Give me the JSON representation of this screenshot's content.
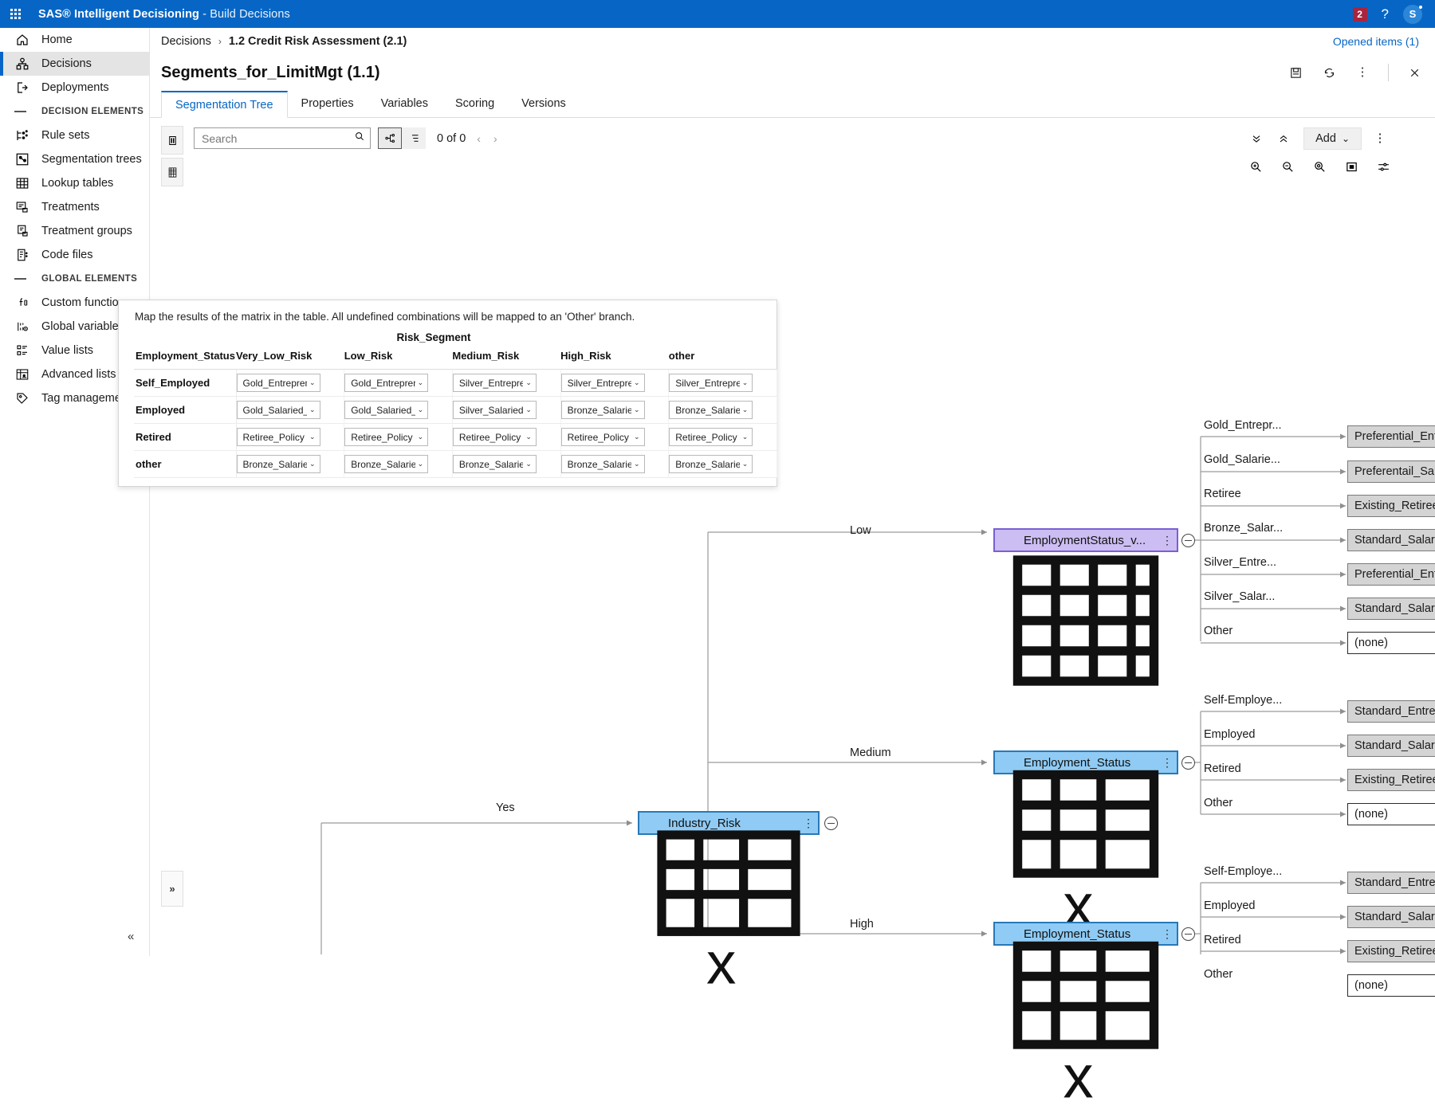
{
  "topbar": {
    "app_name": "SAS® Intelligent Decisioning",
    "app_section": "Build Decisions",
    "notification_count": "2",
    "help_label": "?",
    "avatar_initial": "S",
    "waffle_icon": "apps-grid-icon"
  },
  "sidebar": {
    "items": [
      {
        "label": "Home",
        "icon": "home-icon",
        "type": "item",
        "active": false
      },
      {
        "label": "Decisions",
        "icon": "decisions-icon",
        "type": "item",
        "active": true
      },
      {
        "label": "Deployments",
        "icon": "deployments-icon",
        "type": "item",
        "active": false
      },
      {
        "label": "DECISION ELEMENTS",
        "icon": "section-divider-icon",
        "type": "group"
      },
      {
        "label": "Rule sets",
        "icon": "rule-sets-icon",
        "type": "item",
        "active": false
      },
      {
        "label": "Segmentation trees",
        "icon": "segmentation-trees-icon",
        "type": "item",
        "active": false
      },
      {
        "label": "Lookup tables",
        "icon": "lookup-tables-icon",
        "type": "item",
        "active": false
      },
      {
        "label": "Treatments",
        "icon": "treatments-icon",
        "type": "item",
        "active": false
      },
      {
        "label": "Treatment groups",
        "icon": "treatment-groups-icon",
        "type": "item",
        "active": false
      },
      {
        "label": "Code files",
        "icon": "code-files-icon",
        "type": "item",
        "active": false
      },
      {
        "label": "GLOBAL ELEMENTS",
        "icon": "section-divider-icon",
        "type": "group"
      },
      {
        "label": "Custom functions",
        "icon": "custom-functions-icon",
        "type": "item",
        "active": false
      },
      {
        "label": "Global variables",
        "icon": "global-variables-icon",
        "type": "item",
        "active": false
      },
      {
        "label": "Value lists",
        "icon": "value-lists-icon",
        "type": "item",
        "active": false
      },
      {
        "label": "Advanced lists",
        "icon": "advanced-lists-icon",
        "type": "item",
        "active": false
      },
      {
        "label": "Tag management",
        "icon": "tag-management-icon",
        "type": "item",
        "active": false
      }
    ],
    "collapse_label": "«"
  },
  "breadcrumb": {
    "root": "Decisions",
    "separator": "›",
    "current": "1.2 Credit Risk Assessment (2.1)",
    "opened_items": "Opened items (1)"
  },
  "object": {
    "title": "Segments_for_LimitMgt (1.1)",
    "actions": [
      "save-icon",
      "refresh-icon",
      "more-icon",
      "close-icon"
    ]
  },
  "tabs": [
    {
      "label": "Segmentation Tree",
      "active": true
    },
    {
      "label": "Properties",
      "active": false
    },
    {
      "label": "Variables",
      "active": false
    },
    {
      "label": "Scoring",
      "active": false
    },
    {
      "label": "Versions",
      "active": false
    }
  ],
  "toolbar": {
    "search_placeholder": "Search",
    "search_value": "",
    "search_icon": "search-icon",
    "view_tree_icon": "tree-view-icon",
    "view_list_icon": "list-view-icon",
    "match_count": "0 of 0",
    "prev_label": "‹",
    "next_label": "›",
    "expand_all_icon": "expand-all-icon",
    "collapse_all_icon": "collapse-all-icon",
    "add_label": "Add",
    "add_caret": "⌄",
    "more_icon": "more-vertical-icon",
    "zoom_in_icon": "zoom-in-icon",
    "zoom_out_icon": "zoom-out-icon",
    "zoom_fit_icon": "zoom-fit-icon",
    "fit_page_icon": "fit-page-icon",
    "layout_icon": "layout-icon",
    "rail_split_icon": "split-pane-icon",
    "rail_grid_icon": "grid-panel-icon",
    "rail_expand_label": "»"
  },
  "matrix": {
    "hint": "Map the results of the matrix in the table. All undefined combinations will be mapped to an 'Other' branch.",
    "group_header": "Risk_Segment",
    "row_header": "Employment_Status",
    "columns": [
      "Very_Low_Risk",
      "Low_Risk",
      "Medium_Risk",
      "High_Risk",
      "other"
    ],
    "rows": [
      {
        "label": "Self_Employed",
        "values": [
          "Gold_Entrepren...",
          "Gold_Entrepren...",
          "Silver_Entrepre...",
          "Silver_Entrepre...",
          "Silver_Entrepre..."
        ]
      },
      {
        "label": "Employed",
        "values": [
          "Gold_Salaried_...",
          "Gold_Salaried_...",
          "Silver_Salaried_...",
          "Bronze_Salaried...",
          "Bronze_Salaried..."
        ]
      },
      {
        "label": "Retired",
        "values": [
          "Retiree_Policy",
          "Retiree_Policy",
          "Retiree_Policy",
          "Retiree_Policy",
          "Retiree_Policy"
        ]
      },
      {
        "label": "other",
        "values": [
          "Bronze_Salaried...",
          "Bronze_Salaried...",
          "Bronze_Salaried...",
          "Bronze_Salaried...",
          "Bronze_Salaried..."
        ]
      }
    ]
  },
  "tree": {
    "root_edge_label": "Yes",
    "nodes": [
      {
        "id": "industry_risk",
        "label": "Industry_Risk",
        "style": "blue",
        "icon": "variable-matrix-icon",
        "kebab": "⋮"
      },
      {
        "id": "emp_status_low",
        "label": "EmploymentStatus_v...",
        "style": "purple",
        "icon": "lookup-matrix-icon",
        "kebab": "⋮"
      },
      {
        "id": "emp_status_medium",
        "label": "Employment_Status",
        "style": "blue",
        "icon": "variable-matrix-icon",
        "kebab": "⋮"
      },
      {
        "id": "emp_status_high",
        "label": "Employment_Status",
        "style": "blue",
        "icon": "variable-matrix-icon",
        "kebab": "⋮"
      }
    ],
    "branch_labels": {
      "low": "Low",
      "medium": "Medium",
      "high": "High"
    },
    "groups": [
      {
        "id": "low-branch-leaves",
        "leaves": [
          {
            "edge": "Gold_Entrepr...",
            "value": "Preferential_Entrepr...",
            "empty": false
          },
          {
            "edge": "Gold_Salarie...",
            "value": "Preferentail_Salarie...",
            "empty": false
          },
          {
            "edge": "Retiree",
            "value": "Existing_Retiree_Pol...",
            "empty": false
          },
          {
            "edge": "Bronze_Salar...",
            "value": "Standard_Salaried_Li...",
            "empty": false
          },
          {
            "edge": "Silver_Entre...",
            "value": "Preferential_Entrepr...",
            "empty": false
          },
          {
            "edge": "Silver_Salar...",
            "value": "Standard_Salaried_Li...",
            "empty": false
          },
          {
            "edge": "Other",
            "value": "(none)",
            "empty": true
          }
        ]
      },
      {
        "id": "medium-branch-leaves",
        "leaves": [
          {
            "edge": "Self-Employe...",
            "value": "Standard_Entrepreneu...",
            "empty": false
          },
          {
            "edge": "Employed",
            "value": "Standard_Salaried_Li...",
            "empty": false
          },
          {
            "edge": "Retired",
            "value": "Existing_Retiree_Pol...",
            "empty": false
          },
          {
            "edge": "Other",
            "value": "(none)",
            "empty": true
          }
        ]
      },
      {
        "id": "high-branch-leaves",
        "leaves": [
          {
            "edge": "Self-Employe...",
            "value": "Standard_Entrepreneu...",
            "empty": false
          },
          {
            "edge": "Employed",
            "value": "Standard_Salaried_Li...",
            "empty": false
          },
          {
            "edge": "Retired",
            "value": "Existing_Retiree_Pol...",
            "empty": false
          },
          {
            "edge": "Other",
            "value": "(none)",
            "empty": true
          }
        ]
      }
    ],
    "collapse_toggle": "−"
  },
  "colors": {
    "brand_blue": "#0766c5",
    "node_blue_fill": "#8fcbf4",
    "node_blue_border": "#2878b8",
    "node_purple_fill": "#ccbdf2",
    "node_purple_border": "#7a5fd3",
    "leaf_fill": "#d4d4d4",
    "badge_red": "#a8253f"
  }
}
